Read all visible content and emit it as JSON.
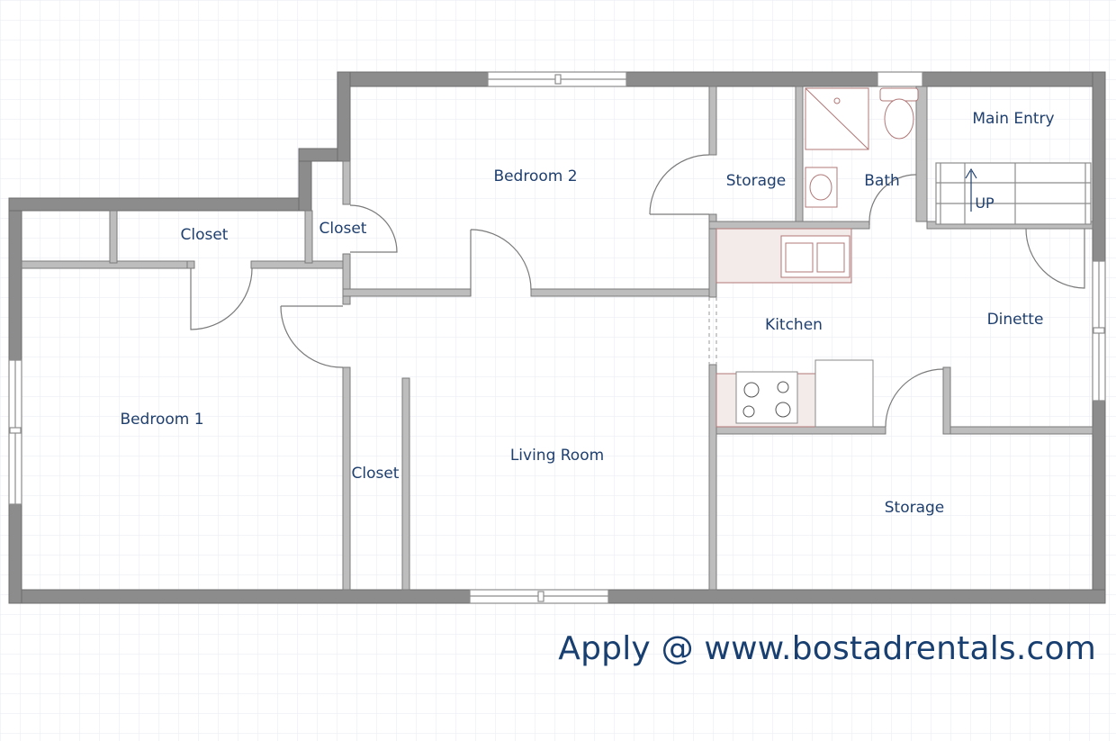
{
  "colors": {
    "wall": "#8a8a8a",
    "wall_edge": "#6f6f6f",
    "label": "#1f3f6e",
    "grid": "#e6e9f0",
    "counter": "#f3eaea",
    "fixture": "#c98a8a"
  },
  "rooms": {
    "bedroom1": "Bedroom 1",
    "bedroom2": "Bedroom 2",
    "closet_top_left": "Closet",
    "closet_small": "Closet",
    "closet_living": "Closet",
    "living_room": "Living Room",
    "storage_upper": "Storage",
    "bath": "Bath",
    "main_entry": "Main Entry",
    "kitchen": "Kitchen",
    "dinette": "Dinette",
    "storage_lower": "Storage"
  },
  "stairs": {
    "label": "UP"
  },
  "footer": {
    "apply_text": "Apply @ www.bostadrentals.com"
  }
}
